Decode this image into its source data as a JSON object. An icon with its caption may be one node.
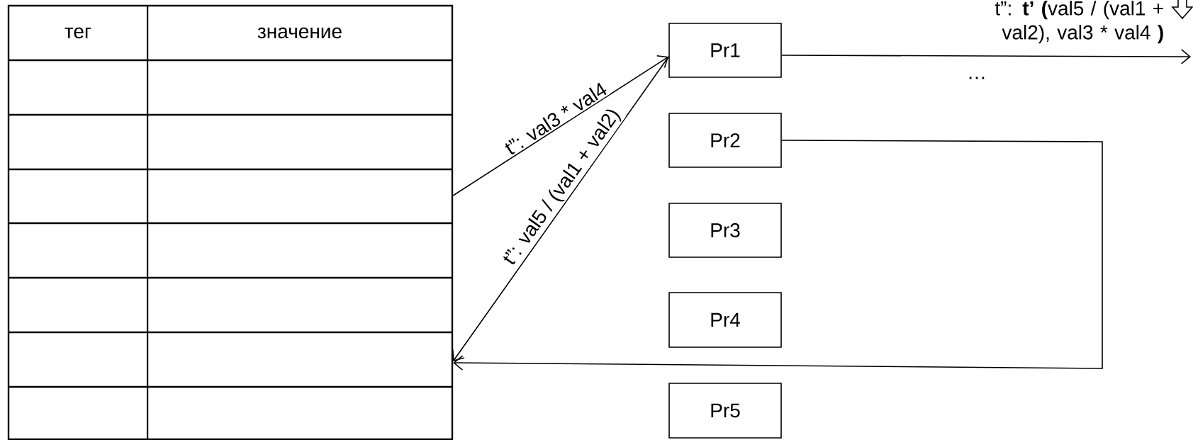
{
  "diagram": {
    "nodes": [
      {
        "text": [
          "тег",
          "значение"
        ]
      },
      {
        "text": [
          "Pr1"
        ]
      },
      {
        "text": [
          "Pr2"
        ]
      },
      {
        "text": [
          "Pr3"
        ]
      },
      {
        "text": [
          "Pr4"
        ]
      },
      {
        "text": [
          "Pr5"
        ]
      }
    ],
    "edges": [
      {
        "from": 0,
        "to": 1,
        "arrow": "to",
        "label": "t”: val3 * val4"
      },
      {
        "from": 1,
        "to": 0,
        "arrow": "to",
        "label": "t”: val5 / (val1 + val2)"
      },
      {
        "from": 2,
        "to": 0,
        "arrow": "to"
      },
      {
        "from": 1,
        "to": null,
        "arrow": "to",
        "label": "t”: **t’ (**val5 / (val1 + val2), val3 * val4 **)**"
      }
    ],
    "labels": [
      "…"
    ]
  }
}
